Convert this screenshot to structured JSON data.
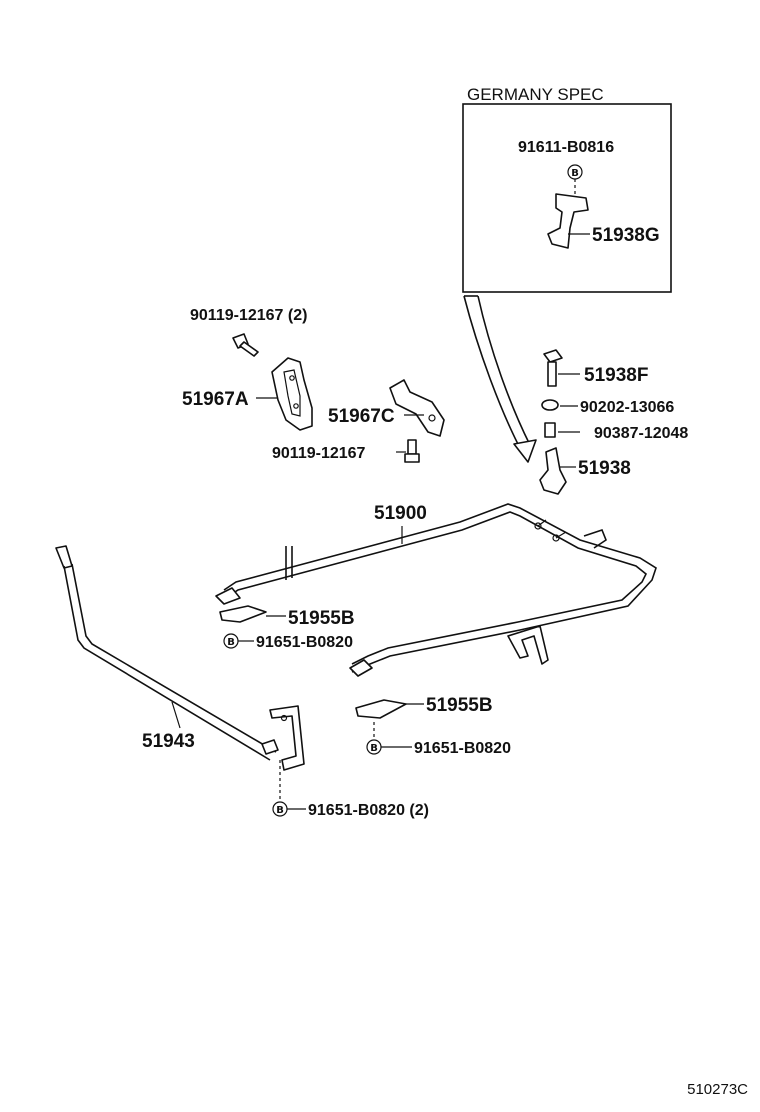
{
  "inset": {
    "title": "GERMANY SPEC"
  },
  "bolt_marker": "B",
  "labels": {
    "p91611_b0816": "91611-B0816",
    "p51938g": "51938G",
    "p90119_12167_2": "90119-12167 (2)",
    "p51967a": "51967A",
    "p51967c": "51967C",
    "p90119_12167": "90119-12167",
    "p51938f": "51938F",
    "p90202_13066": "90202-13066",
    "p90387_12048": "90387-12048",
    "p51938": "51938",
    "p51900": "51900",
    "p51955b_left": "51955B",
    "p91651_b0820_left": "91651-B0820",
    "p51955b_right": "51955B",
    "p91651_b0820_right": "91651-B0820",
    "p51943": "51943",
    "p91651_b0820_2": "91651-B0820 (2)"
  },
  "drawing_code": "510273C",
  "colors": {
    "ink": "#111111",
    "paper": "#ffffff"
  }
}
